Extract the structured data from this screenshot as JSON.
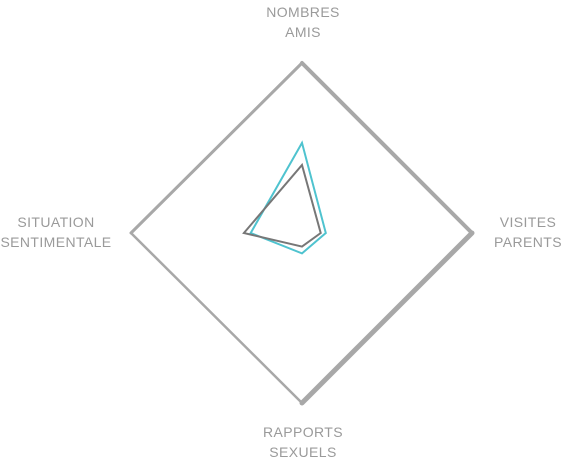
{
  "chart_data": {
    "type": "radar",
    "axes": [
      {
        "key": "top",
        "lines": [
          "NOMBRES",
          "AMIS"
        ]
      },
      {
        "key": "right",
        "lines": [
          "VISITES",
          "PARENTS"
        ]
      },
      {
        "key": "bottom",
        "lines": [
          "RAPPORTS",
          "SEXUELS"
        ]
      },
      {
        "key": "left",
        "lines": [
          "SITUATION",
          "SENTIMENTALE"
        ]
      }
    ],
    "range": [
      0,
      1
    ],
    "series": [
      {
        "color": "#4fc3cf",
        "values": [
          0.53,
          0.14,
          0.12,
          0.3
        ]
      },
      {
        "color": "#777777",
        "values": [
          0.4,
          0.11,
          0.08,
          0.34
        ]
      }
    ],
    "grid_color": "#a8a8a8"
  }
}
